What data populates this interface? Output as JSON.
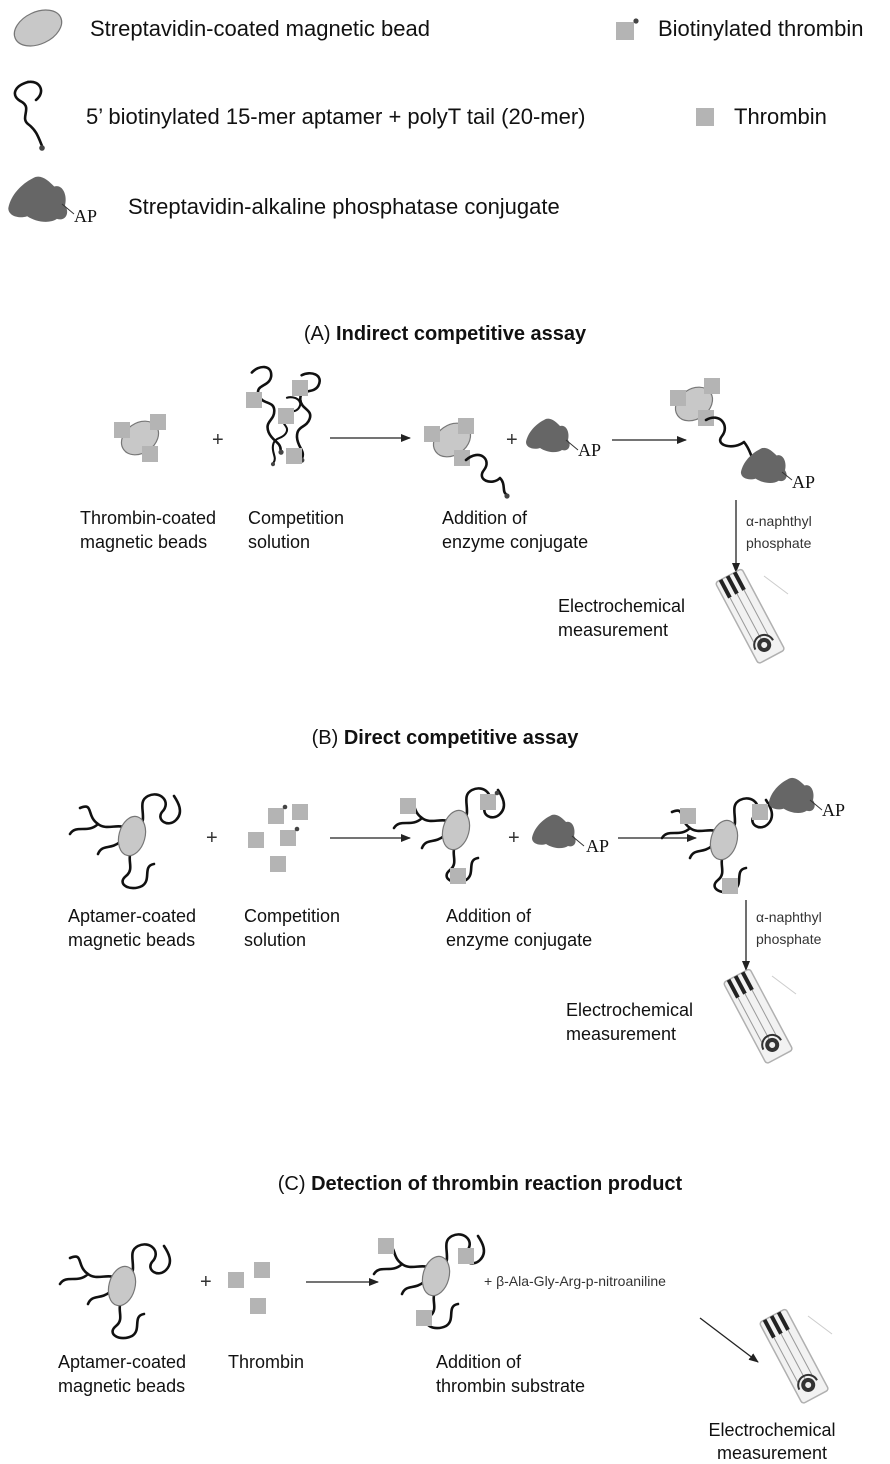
{
  "legend": {
    "bead": "Streptavidin-coated magnetic bead",
    "biotinylated_thrombin": "Biotinylated thrombin",
    "aptamer": "5’ biotinylated 15-mer aptamer + polyT tail (20-mer)",
    "thrombin": "Thrombin",
    "conjugate": "Streptavidin-alkaline phosphatase conjugate"
  },
  "ap_label": "AP",
  "plus": "+",
  "panel_a": {
    "prefix": "(A) ",
    "title": "Indirect competitive assay",
    "step1": [
      "Thrombin-coated",
      "magnetic beads"
    ],
    "step2": [
      "Competition",
      "solution"
    ],
    "step3": [
      "Addition of",
      "enzyme conjugate"
    ],
    "substrate": [
      "α-naphthyl",
      "phosphate"
    ],
    "measure": [
      "Electrochemical",
      "measurement"
    ]
  },
  "panel_b": {
    "prefix": "(B) ",
    "title": "Direct competitive assay",
    "step1": [
      "Aptamer-coated",
      "magnetic beads"
    ],
    "step2": [
      "Competition",
      "solution"
    ],
    "step3": [
      "Addition of",
      "enzyme conjugate"
    ],
    "substrate": [
      "α-naphthyl",
      "phosphate"
    ],
    "measure": [
      "Electrochemical",
      "measurement"
    ]
  },
  "panel_c": {
    "prefix": "(C) ",
    "title": "Detection of thrombin reaction product",
    "step1": [
      "Aptamer-coated",
      "magnetic beads"
    ],
    "step2": [
      "Thrombin"
    ],
    "step3": [
      "Addition of",
      "thrombin substrate"
    ],
    "substrate_text": "+ β-Ala-Gly-Arg-p-nitroaniline",
    "measure": [
      "Electrochemical",
      "measurement"
    ]
  },
  "colors": {
    "bead_fill": "#c8c8c8",
    "square": "#b4b4b4",
    "enzyme": "#666666",
    "strand": "#111111"
  }
}
